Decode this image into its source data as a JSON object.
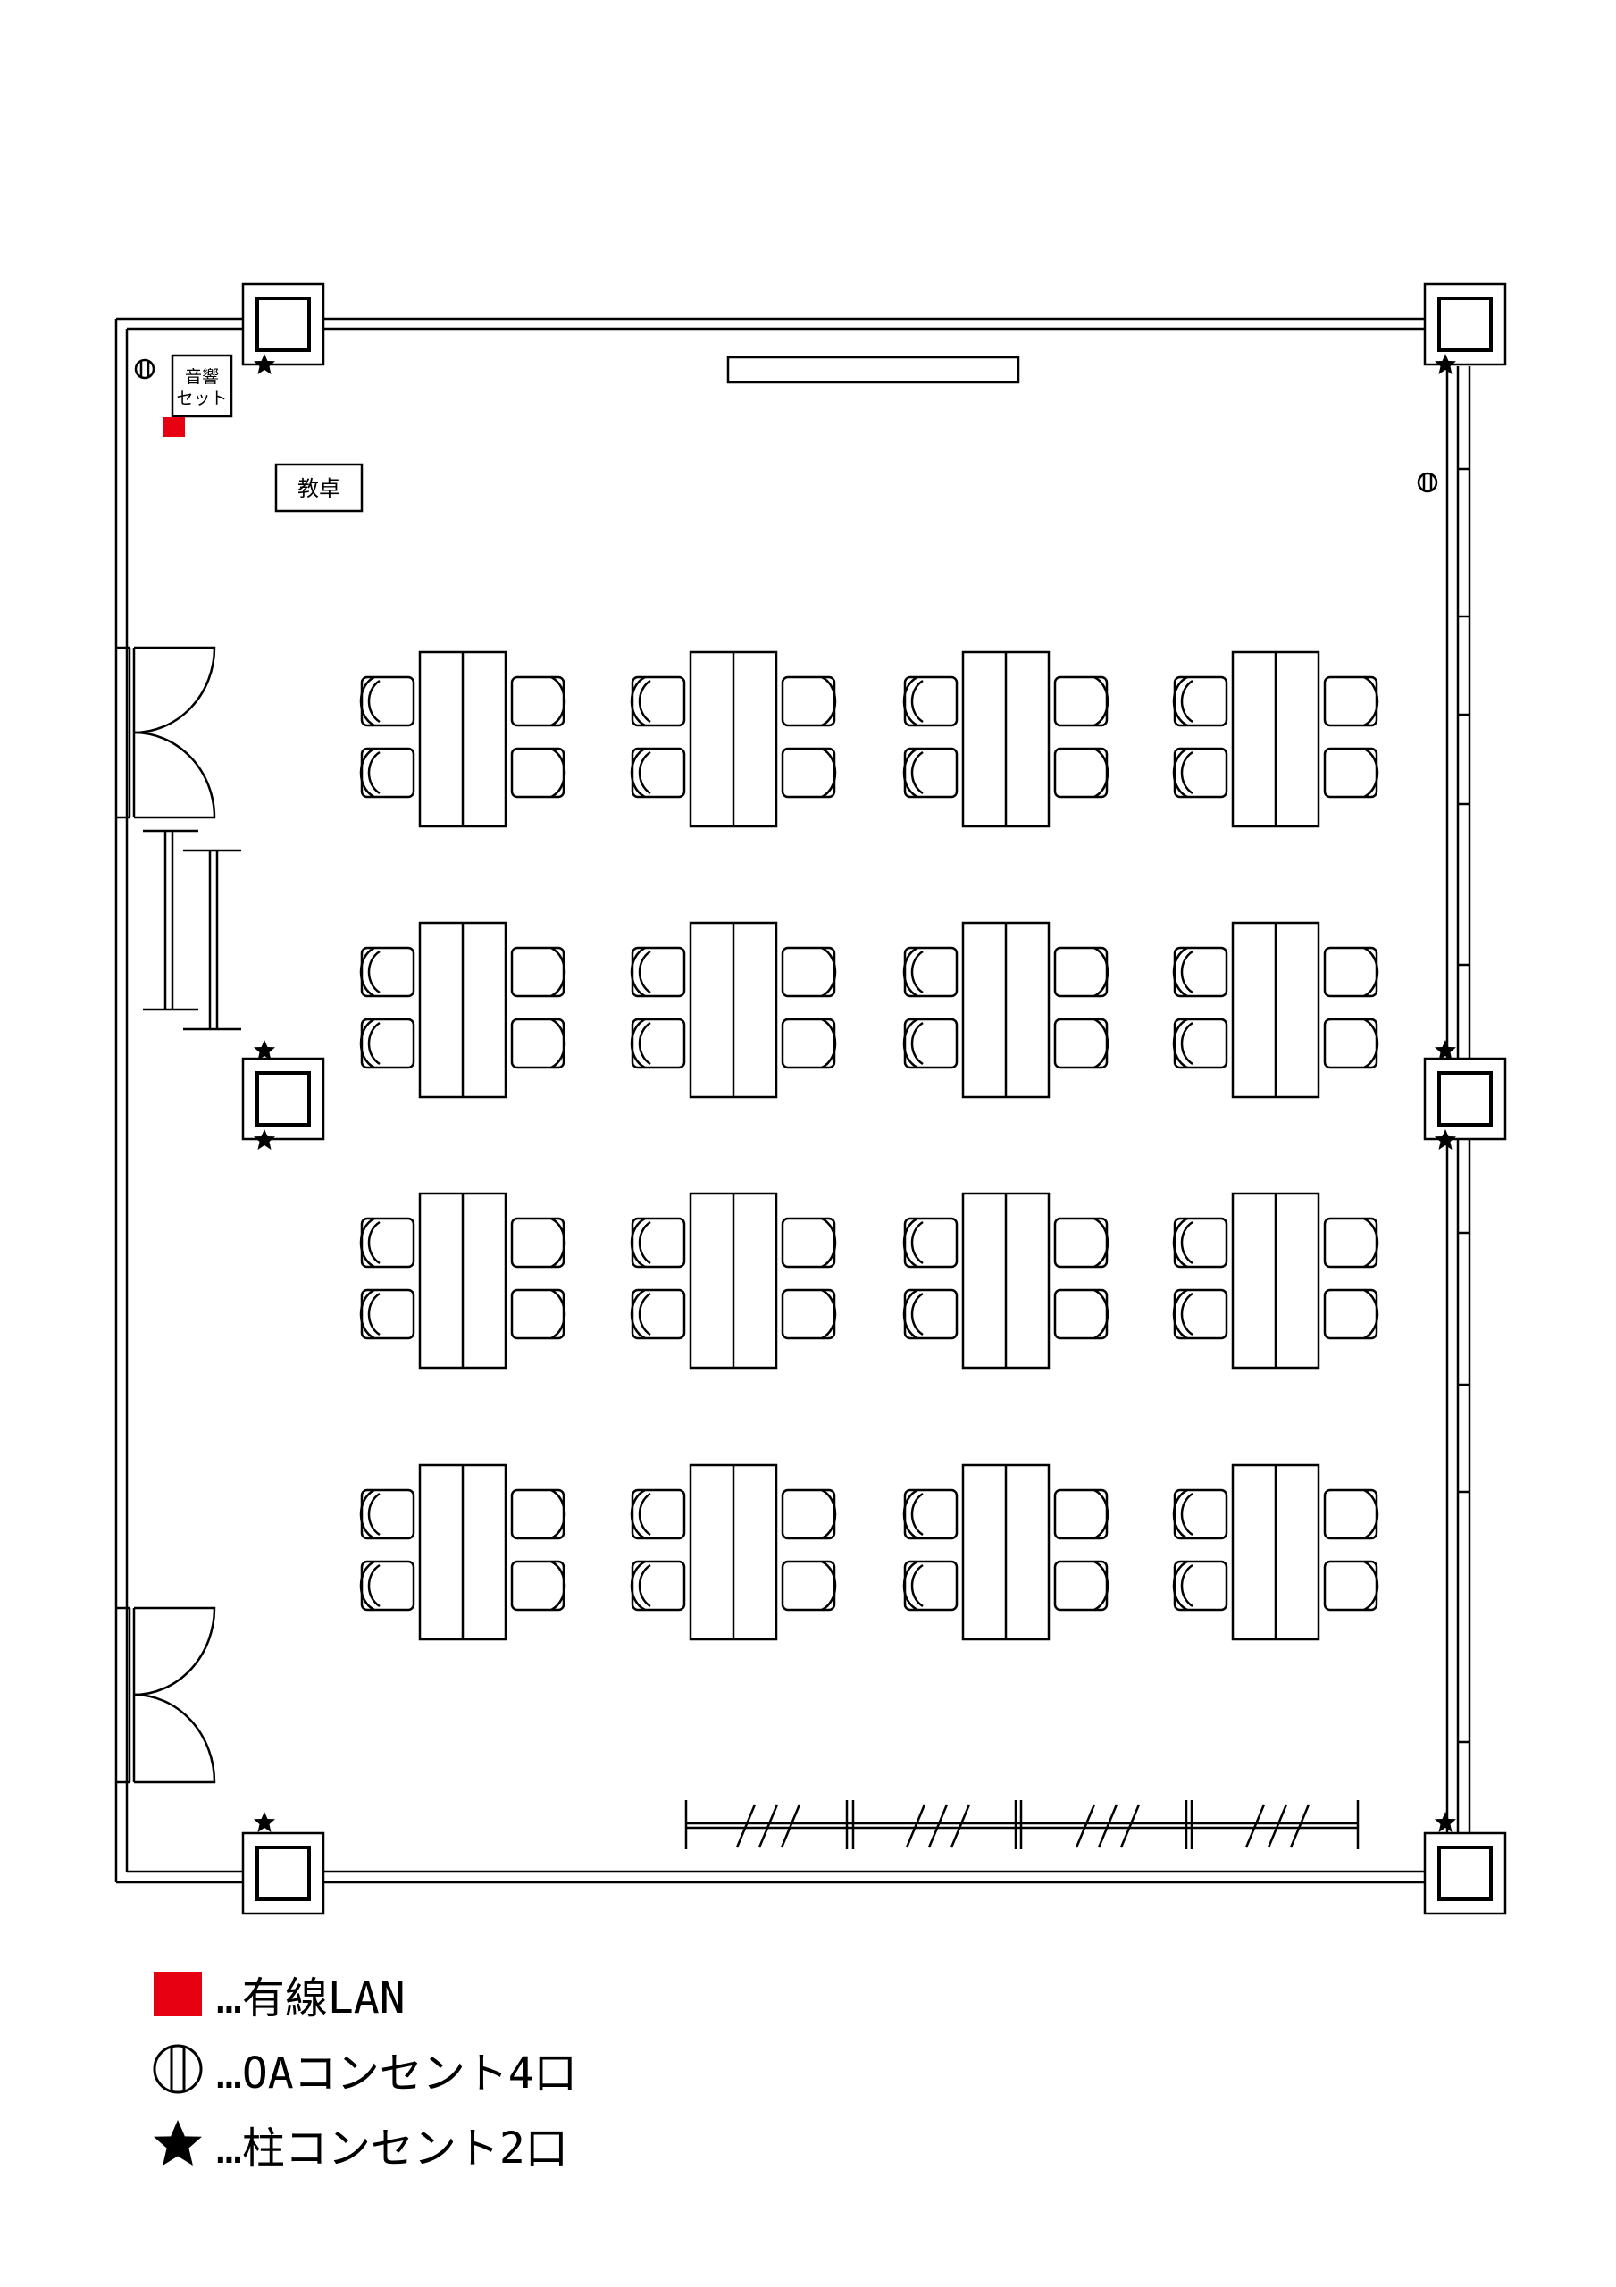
{
  "labels": {
    "audio_set_line1": "音響",
    "audio_set_line2": "セット",
    "podium": "教卓"
  },
  "legend": [
    {
      "symbol": "red-square",
      "label": "…有線LAN"
    },
    {
      "symbol": "oa-outlet",
      "label": "…OAコンセント4口"
    },
    {
      "symbol": "star",
      "label": "…柱コンセント2口"
    }
  ],
  "colors": {
    "lan": "#e60012",
    "line": "#000000"
  },
  "icons": [
    "red-square-icon",
    "oa-outlet-icon",
    "star-icon"
  ]
}
